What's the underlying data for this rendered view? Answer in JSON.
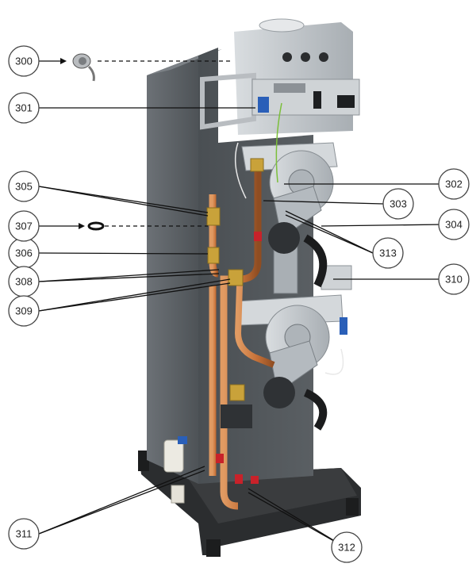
{
  "callouts": [
    {
      "id": "300",
      "label": "300"
    },
    {
      "id": "301",
      "label": "301"
    },
    {
      "id": "302",
      "label": "302"
    },
    {
      "id": "303",
      "label": "303"
    },
    {
      "id": "304",
      "label": "304"
    },
    {
      "id": "305",
      "label": "305"
    },
    {
      "id": "306",
      "label": "306"
    },
    {
      "id": "307",
      "label": "307"
    },
    {
      "id": "308",
      "label": "308"
    },
    {
      "id": "309",
      "label": "309"
    },
    {
      "id": "310",
      "label": "310"
    },
    {
      "id": "311",
      "label": "311"
    },
    {
      "id": "312",
      "label": "312"
    },
    {
      "id": "313",
      "label": "313"
    }
  ],
  "colors": {
    "cabinet": "#5a5f63",
    "cabinet_dark": "#3e4245",
    "base": "#2b2d2f",
    "steel": "#c8ccd0",
    "copper": "#c8733a",
    "brass": "#c9a23a",
    "accent_red": "#c8222a",
    "accent_blue": "#2a5fb8"
  }
}
